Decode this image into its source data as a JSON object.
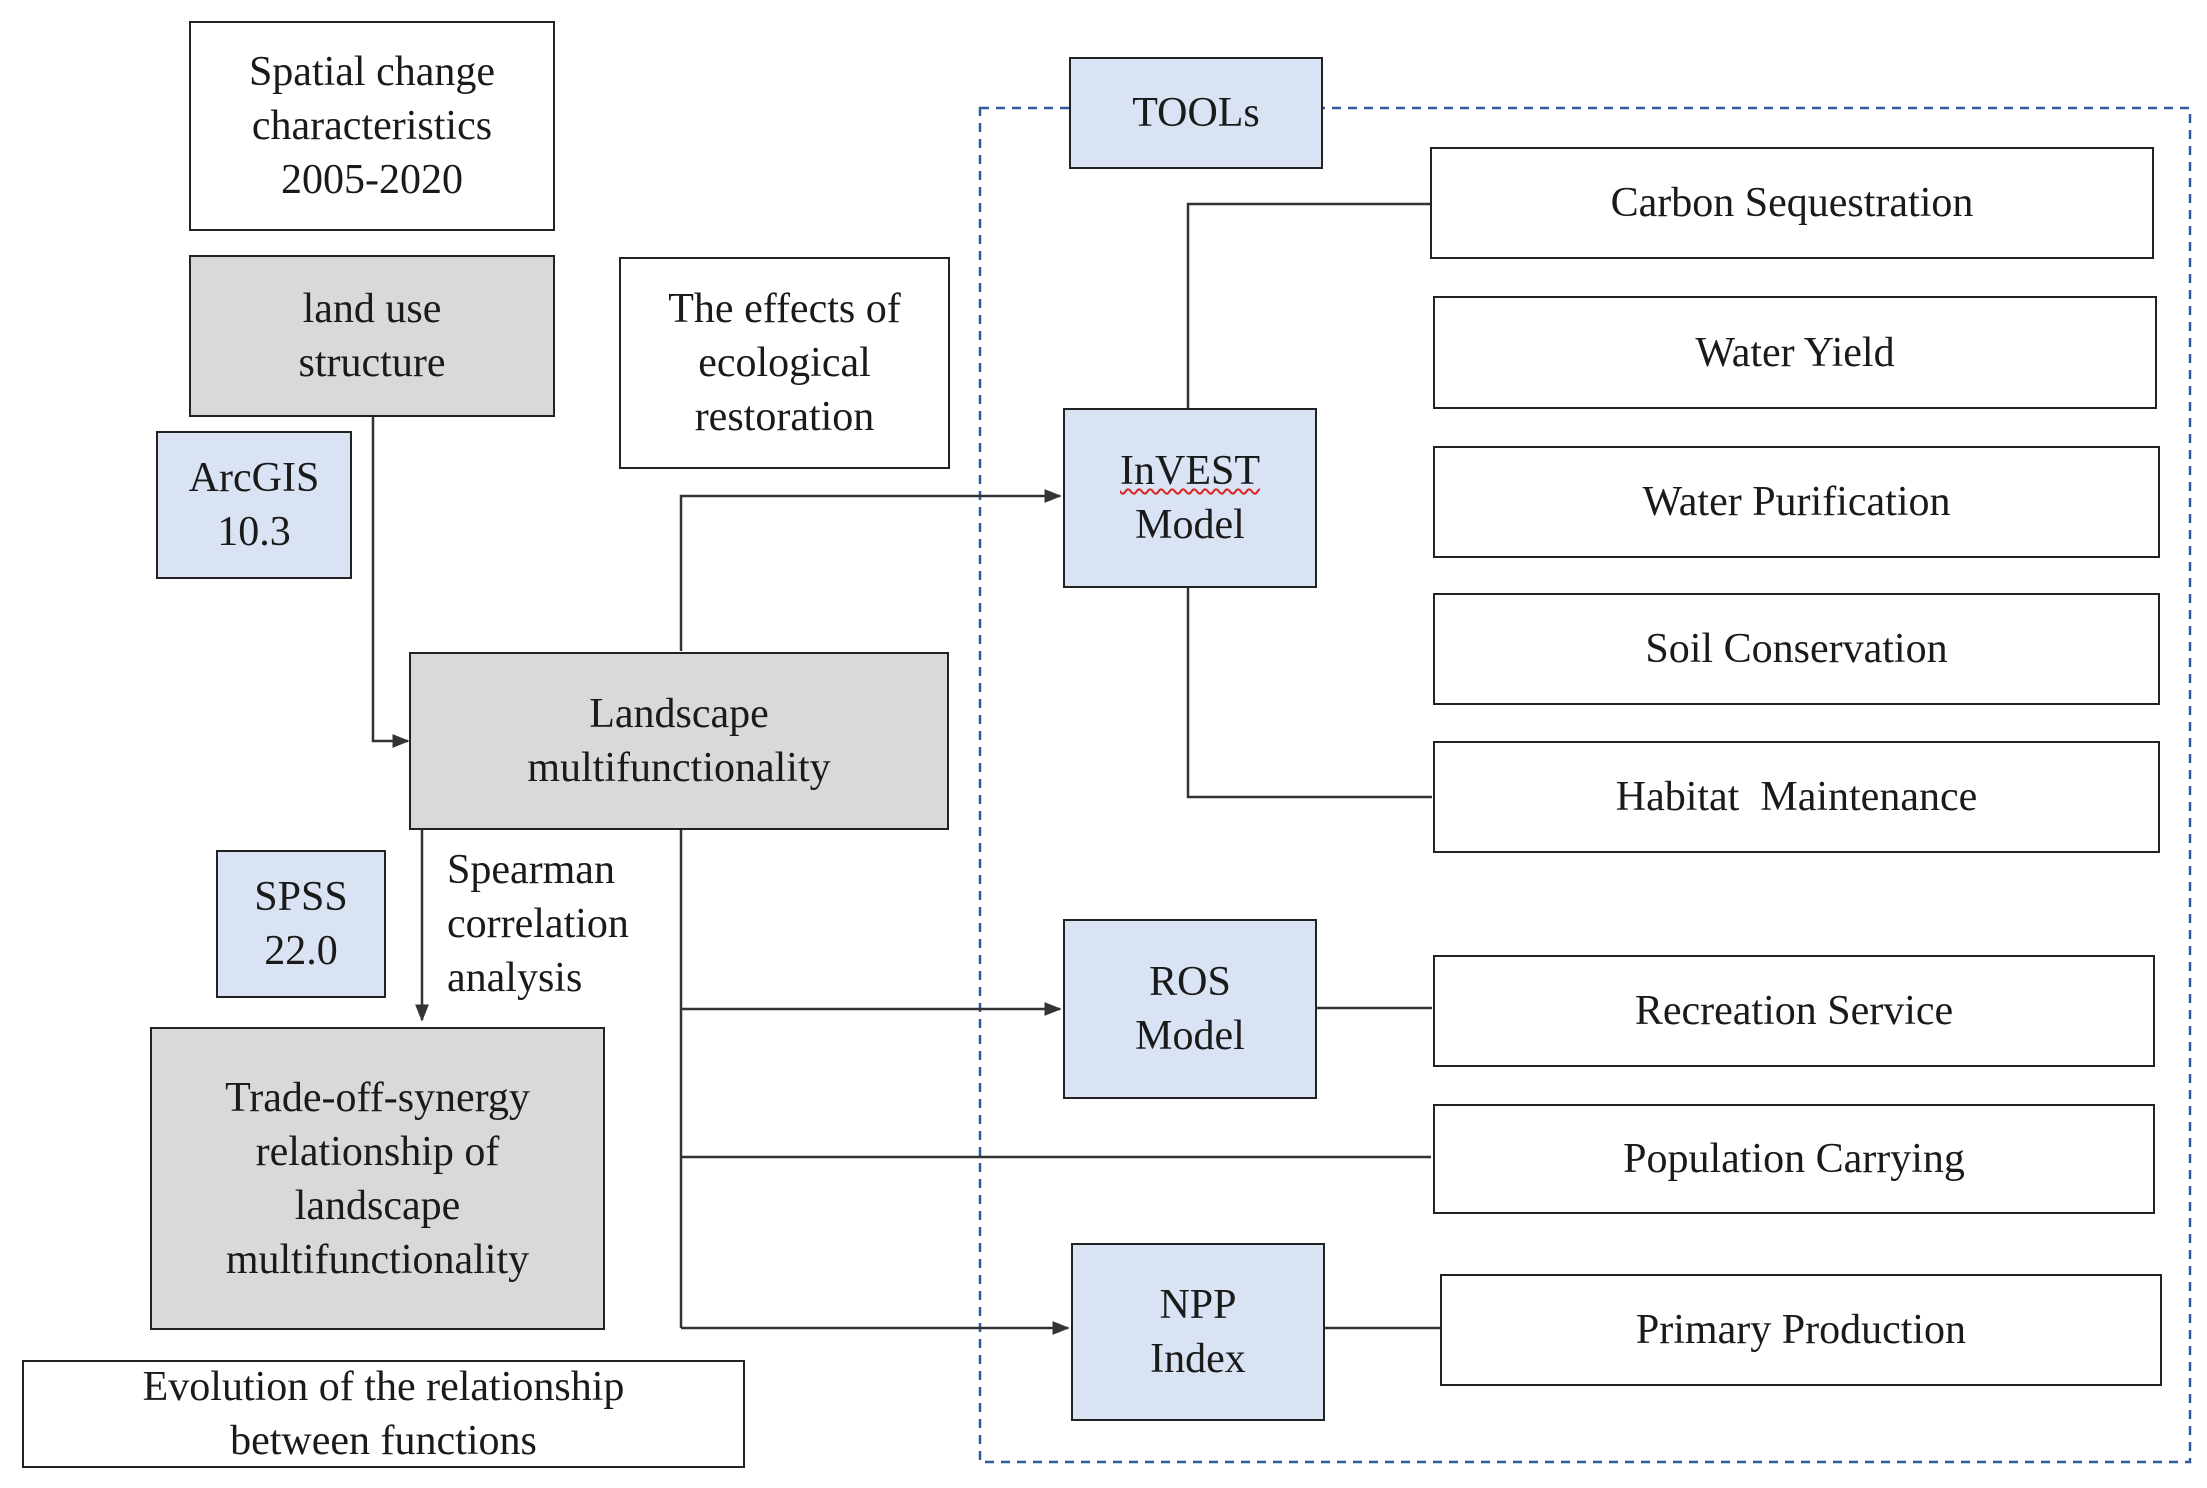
{
  "left": {
    "spatial_change": "Spatial change\ncharacteristics\n2005-2020",
    "land_use": "land use\nstructure",
    "arcgis": "ArcGIS\n10.3",
    "effects": "The effects of\necological\nrestoration",
    "landscape": "Landscape\nmultifunctionality",
    "spss": "SPSS\n22.0",
    "spearman": "Spearman\ncorrelation\nanalysis",
    "tradeoff": "Trade-off-synergy\nrelationship of\nlandscape\nmultifunctionality",
    "evolution": "Evolution of the relationship\nbetween functions"
  },
  "tools": {
    "title": "TOOLs",
    "invest_name": "InVEST",
    "invest_suffix": "Model",
    "ros": "ROS\nModel",
    "npp": "NPP\nIndex"
  },
  "functions": {
    "carbon": "Carbon Sequestration",
    "water_yield": "Water Yield",
    "water_purification": "Water Purification",
    "soil": "Soil Conservation",
    "habitat": "Habitat  Maintenance",
    "recreation": "Recreation Service",
    "population": "Population Carrying",
    "primary": "Primary Production"
  },
  "colors": {
    "gray_fill": "#d9d9d9",
    "blue_fill": "#dae3f3",
    "dashed_border": "#2e5a9c",
    "line": "#333333"
  }
}
